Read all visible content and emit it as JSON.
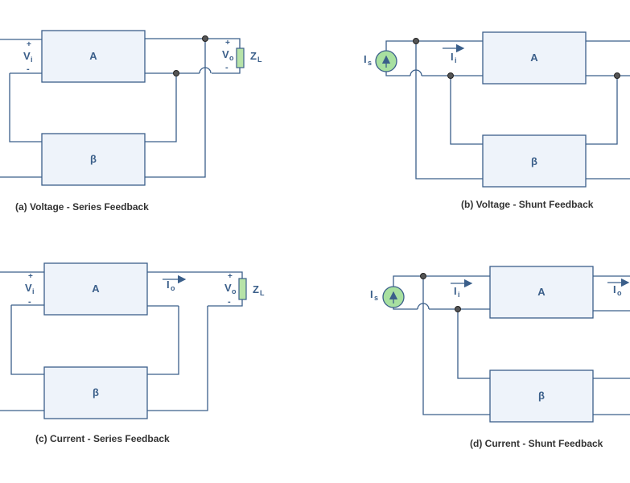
{
  "diagrams": [
    {
      "caption": "(a) Voltage - Series Feedback",
      "amp_label": "A",
      "fb_label": "β",
      "input": {
        "plus": "+",
        "minus": "-",
        "v": "V",
        "sub": "i"
      },
      "output": {
        "plus": "+",
        "minus": "-",
        "v": "V",
        "sub": "o"
      },
      "load": {
        "z": "Z",
        "sub": "L"
      }
    },
    {
      "caption": "(b) Voltage - Shunt Feedback",
      "amp_label": "A",
      "fb_label": "β",
      "source": {
        "i": "I",
        "sub": "s"
      },
      "input_current": {
        "i": "I",
        "sub": "i"
      }
    },
    {
      "caption": "(c) Current - Series Feedback",
      "amp_label": "A",
      "fb_label": "β",
      "input": {
        "plus": "+",
        "minus": "-",
        "v": "V",
        "sub": "i"
      },
      "output_current": {
        "i": "I",
        "sub": "o"
      },
      "output": {
        "plus": "+",
        "minus": "-",
        "v": "V",
        "sub": "o"
      },
      "load": {
        "z": "Z",
        "sub": "L"
      }
    },
    {
      "caption": "(d) Current - Shunt Feedback",
      "amp_label": "A",
      "fb_label": "β",
      "source": {
        "i": "I",
        "sub": "s"
      },
      "input_current": {
        "i": "I",
        "sub": "i"
      },
      "output_current": {
        "i": "I",
        "sub": "o"
      }
    }
  ]
}
